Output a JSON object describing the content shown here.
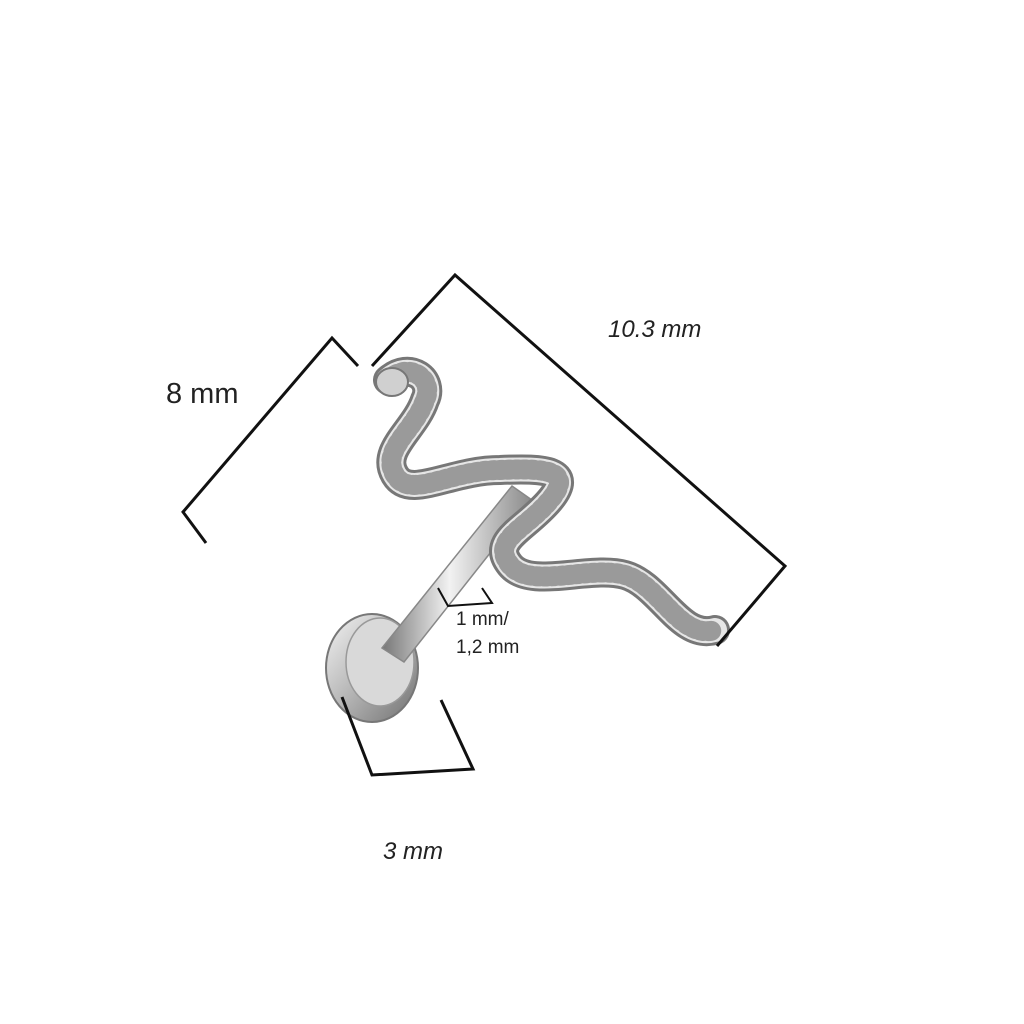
{
  "dimensions": {
    "height_label": "8 mm",
    "length_label": "10.3 mm",
    "disc_label": "3 mm",
    "gauge_label_line1": "1 mm/",
    "gauge_label_line2": "1,2 mm"
  },
  "colors": {
    "line": "#111111",
    "metal_light": "#e8e8e8",
    "metal_dark": "#8a8a8a"
  }
}
